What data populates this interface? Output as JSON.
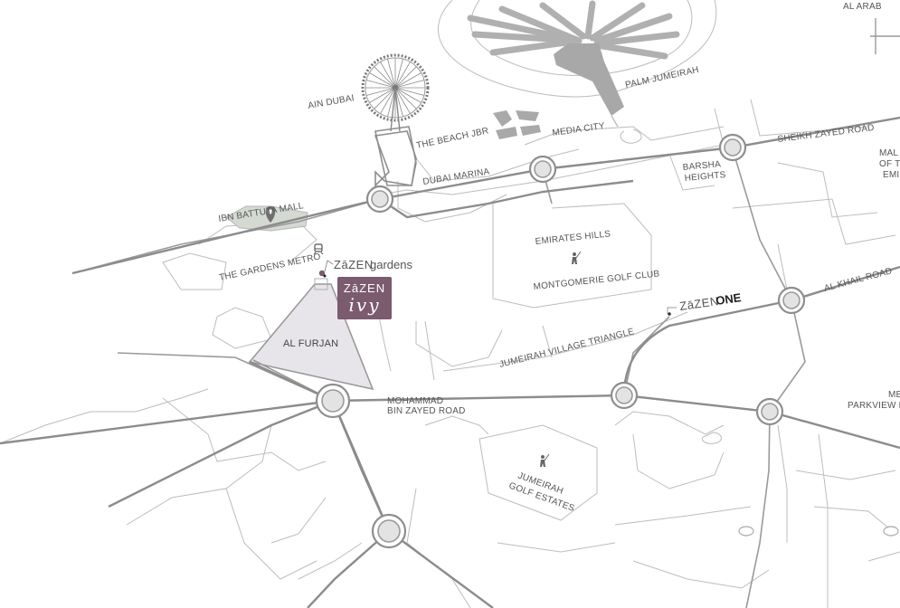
{
  "labels": {
    "al_arab": "AL ARAB",
    "palm_jumeirah": "PALM JUMEIRAH",
    "ain_dubai": "AIN DUBAI",
    "the_beach_jbr": "THE BEACH JBR",
    "media_city": "MEDIA CITY",
    "sheikh_zayed_road": "SHEIKH ZAYED ROAD",
    "dubai_marina": "DUBAI MARINA",
    "barsha_heights_1": "BARSHA",
    "barsha_heights_2": "HEIGHTS",
    "mall_1": "MAL",
    "mall_2": "OF T",
    "mall_3": "EMI",
    "ibn_battuta_mall": "IBN BATTUTA MALL",
    "emirates_hills": "EMIRATES HILLS",
    "the_gardens_metro": "THE GARDENS METRO",
    "montgomerie_golf_club": "MONTGOMERIE GOLF CLUB",
    "al_khail_road": "AL KHAIL ROAD",
    "al_furjan": "AL FURJAN",
    "jumeirah_village_triangle": "JUMEIRAH VILLAGE TRIANGLE",
    "mohammad_bin_zayed_road_1": "MOHAMMAD",
    "mohammad_bin_zayed_road_2": "BIN ZAYED ROAD",
    "parkview_1": "ME",
    "parkview_2": "PARKVIEW H",
    "jumeirah_golf_estates_1": "JUMEIRAH",
    "jumeirah_golf_estates_2": "GOLF ESTATES"
  },
  "brands": {
    "zazen_gardens_prefix": "ZāZEN",
    "zazen_gardens_suffix": "gardens",
    "zazen_ivy_top": "ZāZEN",
    "zazen_ivy_bottom": "ivy",
    "zazen_one_prefix": "ZāZEN",
    "zazen_one_suffix": "ONE"
  },
  "colors": {
    "ivy_badge": "#7b5b6e",
    "al_furjan_fill": "#e8e5ea",
    "palm_fill": "#a8a8a8",
    "ibn_battuta_fill": "#d4d9d2"
  }
}
